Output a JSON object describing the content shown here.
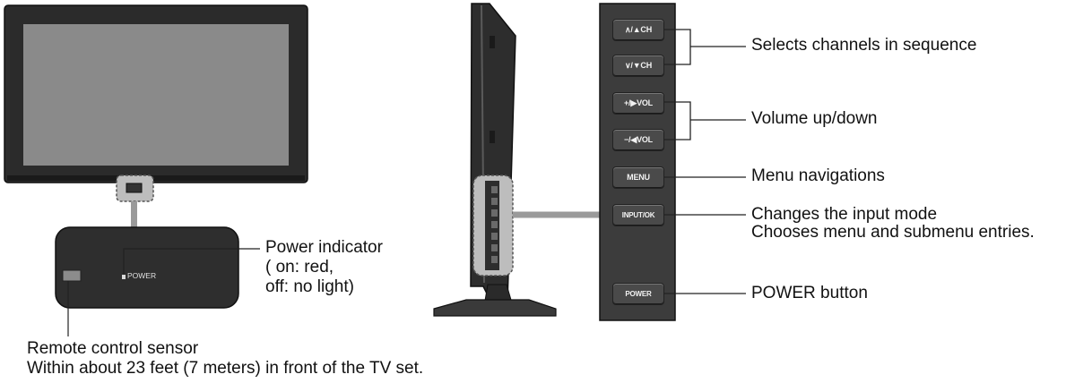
{
  "tv_front": {
    "remote_sensor_label": "Remote control sensor",
    "remote_sensor_note": "Within about 23 feet (7 meters) in front of the TV set.",
    "power_indicator_label": "Power indicator",
    "power_indicator_on": "( on:  red,",
    "power_indicator_off": " off:  no light)",
    "panel_power_text": "POWER"
  },
  "buttons": [
    {
      "label": "∧/▲CH",
      "description": "Selects channels in sequence"
    },
    {
      "label": "∨/▼CH",
      "description": "Selects channels in sequence"
    },
    {
      "label": "+/▶VOL",
      "description": "Volume up/down"
    },
    {
      "label": "−/◀VOL",
      "description": "Volume up/down"
    },
    {
      "label": "MENU",
      "description": "Menu navigations"
    },
    {
      "label": "INPUT/OK",
      "description": "Changes the input mode"
    },
    {
      "label": "POWER",
      "description": "POWER button"
    }
  ],
  "callouts": {
    "channels": "Selects channels in sequence",
    "volume": "Volume up/down",
    "menu": "Menu navigations",
    "input_line1": "Changes the input mode",
    "input_line2": "Chooses menu and submenu entries.",
    "power": "POWER button"
  },
  "colors": {
    "bezel": "#2b2b2b",
    "screen": "#8a8a8a",
    "panel": "#3c3c3c",
    "button": "#4a4a4a",
    "line": "#222222"
  }
}
